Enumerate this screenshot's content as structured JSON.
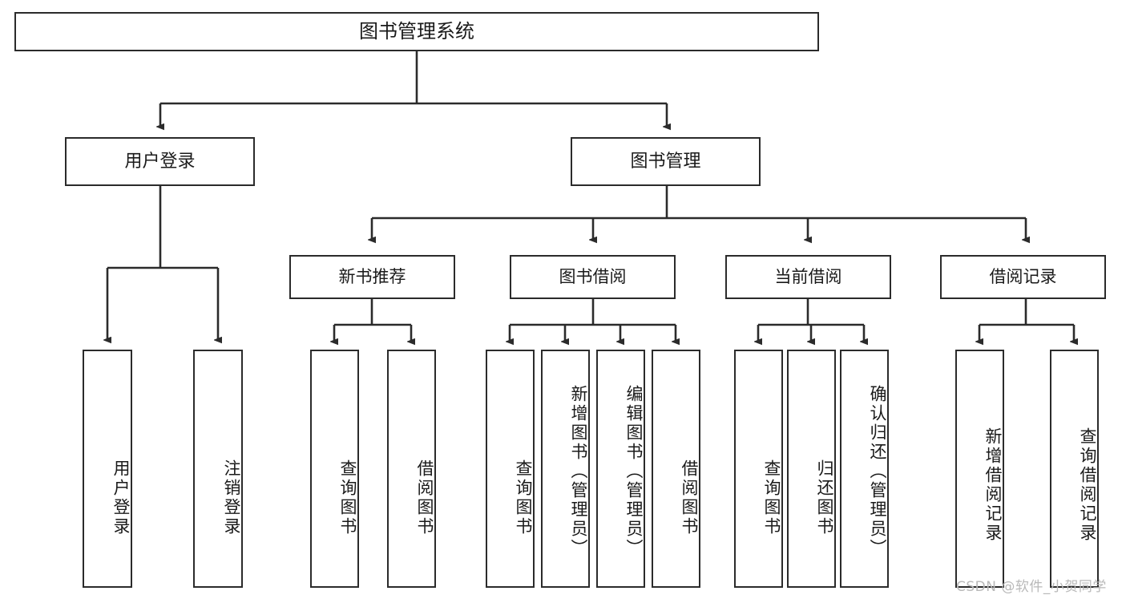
{
  "diagram": {
    "title": "图书管理系统",
    "type": "hierarchy-tree",
    "watermark": "CSDN @软件_小贺同学",
    "colors": {
      "box_border": "#2b2b2b",
      "box_fill": "#ffffff",
      "connector": "#2b2b2b",
      "text": "#1a1a1a",
      "watermark": "#b9b9b9",
      "background": "#ffffff"
    },
    "nodes": {
      "root": {
        "label": "图书管理系统",
        "level": 0,
        "orientation": "horizontal"
      },
      "user_login": {
        "label": "用户登录",
        "level": 1,
        "orientation": "horizontal"
      },
      "book_manage": {
        "label": "图书管理",
        "level": 1,
        "orientation": "horizontal"
      },
      "new_book_rec": {
        "label": "新书推荐",
        "level": 2,
        "orientation": "horizontal"
      },
      "book_borrow": {
        "label": "图书借阅",
        "level": 2,
        "orientation": "horizontal"
      },
      "current_borrow": {
        "label": "当前借阅",
        "level": 2,
        "orientation": "horizontal"
      },
      "borrow_record": {
        "label": "借阅记录",
        "level": 2,
        "orientation": "horizontal"
      },
      "leaf_user_login": {
        "label": "用户登录",
        "level": 3,
        "orientation": "vertical"
      },
      "leaf_logout": {
        "label": "注销登录",
        "level": 3,
        "orientation": "vertical"
      },
      "leaf_query_book_1": {
        "label": "查询图书",
        "level": 3,
        "orientation": "vertical"
      },
      "leaf_borrow_book_1": {
        "label": "借阅图书",
        "level": 3,
        "orientation": "vertical"
      },
      "leaf_query_book_2": {
        "label": "查询图书",
        "level": 3,
        "orientation": "vertical"
      },
      "leaf_add_book": {
        "label": "新增图书（管理员）",
        "level": 3,
        "orientation": "vertical"
      },
      "leaf_edit_book": {
        "label": "编辑图书（管理员）",
        "level": 3,
        "orientation": "vertical"
      },
      "leaf_borrow_book_2": {
        "label": "借阅图书",
        "level": 3,
        "orientation": "vertical"
      },
      "leaf_query_book_3": {
        "label": "查询图书",
        "level": 3,
        "orientation": "vertical"
      },
      "leaf_return_book": {
        "label": "归还图书",
        "level": 3,
        "orientation": "vertical"
      },
      "leaf_confirm_return": {
        "label": "确认归还（管理员）",
        "level": 3,
        "orientation": "vertical"
      },
      "leaf_add_record": {
        "label": "新增借阅记录",
        "level": 3,
        "orientation": "vertical"
      },
      "leaf_query_record": {
        "label": "查询借阅记录",
        "level": 3,
        "orientation": "vertical"
      }
    },
    "edges": [
      {
        "from": "root",
        "to": "user_login"
      },
      {
        "from": "root",
        "to": "book_manage"
      },
      {
        "from": "book_manage",
        "to": "new_book_rec"
      },
      {
        "from": "book_manage",
        "to": "book_borrow"
      },
      {
        "from": "book_manage",
        "to": "current_borrow"
      },
      {
        "from": "book_manage",
        "to": "borrow_record"
      },
      {
        "from": "user_login",
        "to": "leaf_user_login"
      },
      {
        "from": "user_login",
        "to": "leaf_logout"
      },
      {
        "from": "new_book_rec",
        "to": "leaf_query_book_1"
      },
      {
        "from": "new_book_rec",
        "to": "leaf_borrow_book_1"
      },
      {
        "from": "book_borrow",
        "to": "leaf_query_book_2"
      },
      {
        "from": "book_borrow",
        "to": "leaf_add_book"
      },
      {
        "from": "book_borrow",
        "to": "leaf_edit_book"
      },
      {
        "from": "book_borrow",
        "to": "leaf_borrow_book_2"
      },
      {
        "from": "current_borrow",
        "to": "leaf_query_book_3"
      },
      {
        "from": "current_borrow",
        "to": "leaf_return_book"
      },
      {
        "from": "current_borrow",
        "to": "leaf_confirm_return"
      },
      {
        "from": "borrow_record",
        "to": "leaf_add_record"
      },
      {
        "from": "borrow_record",
        "to": "leaf_query_record"
      }
    ]
  }
}
